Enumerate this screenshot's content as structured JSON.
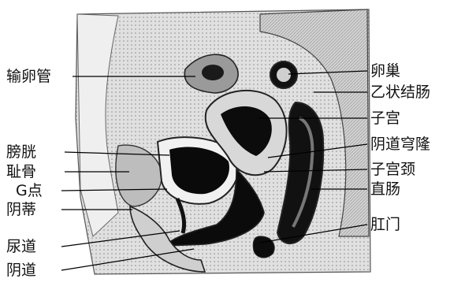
{
  "labels_left": [
    "输卵管",
    "膀胱",
    "耻骨",
    "G点",
    "阴蒂",
    "尿道",
    "阴道"
  ],
  "labels_right": [
    "卵巢",
    "乙状结肠",
    "子宫",
    "阴道穹隆",
    "子宫颈",
    "直肠",
    "肛门"
  ],
  "colors": {
    "ink": "#111111",
    "tissue": "#c9c9c9",
    "cavity": "#050505"
  }
}
